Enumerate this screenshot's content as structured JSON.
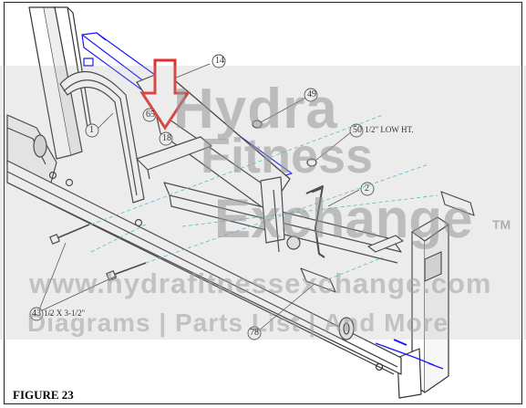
{
  "figure_label": "FIGURE 23",
  "callouts": {
    "c1": "1",
    "c2": "2",
    "c14": "14",
    "c18": "18",
    "c43": "43",
    "c43_desc": "1/2 X 3-1/2\"",
    "c49": "49",
    "c50": "50",
    "c50_desc": "1/2\" LOW HT.",
    "c65": "65",
    "c78": "78"
  },
  "watermark": {
    "line1": "Hydra",
    "line2": "Fitness",
    "line3": "Exchange",
    "tm": "TM",
    "url": "www.hydrafitnessexchange.com",
    "tagline": "Diagrams | Parts List | And More"
  },
  "colors": {
    "arrow": "#e03030",
    "blue_part": "#1a1aff",
    "hidden_line": "#40c0d0",
    "line": "#333333"
  }
}
